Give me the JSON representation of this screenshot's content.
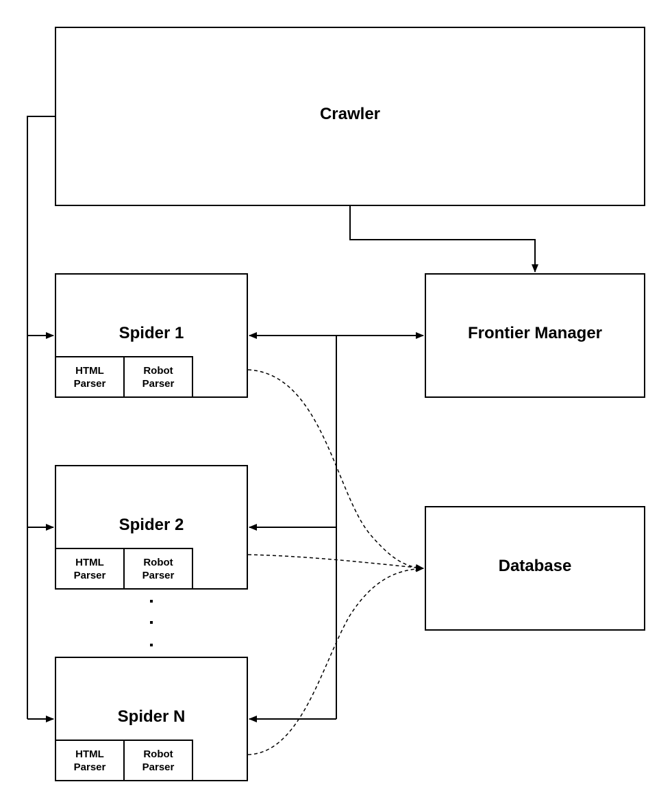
{
  "nodes": {
    "crawler": "Crawler",
    "frontier": "Frontier Manager",
    "database": "Database",
    "spiders": [
      {
        "title": "Spider 1",
        "html_parser": "HTML\nParser",
        "robot_parser": "Robot\nParser"
      },
      {
        "title": "Spider 2",
        "html_parser": "HTML\nParser",
        "robot_parser": "Robot\nParser"
      },
      {
        "title": "Spider N",
        "html_parser": "HTML\nParser",
        "robot_parser": "Robot\nParser"
      }
    ]
  },
  "colors": {
    "stroke": "#000000",
    "background": "#ffffff"
  }
}
